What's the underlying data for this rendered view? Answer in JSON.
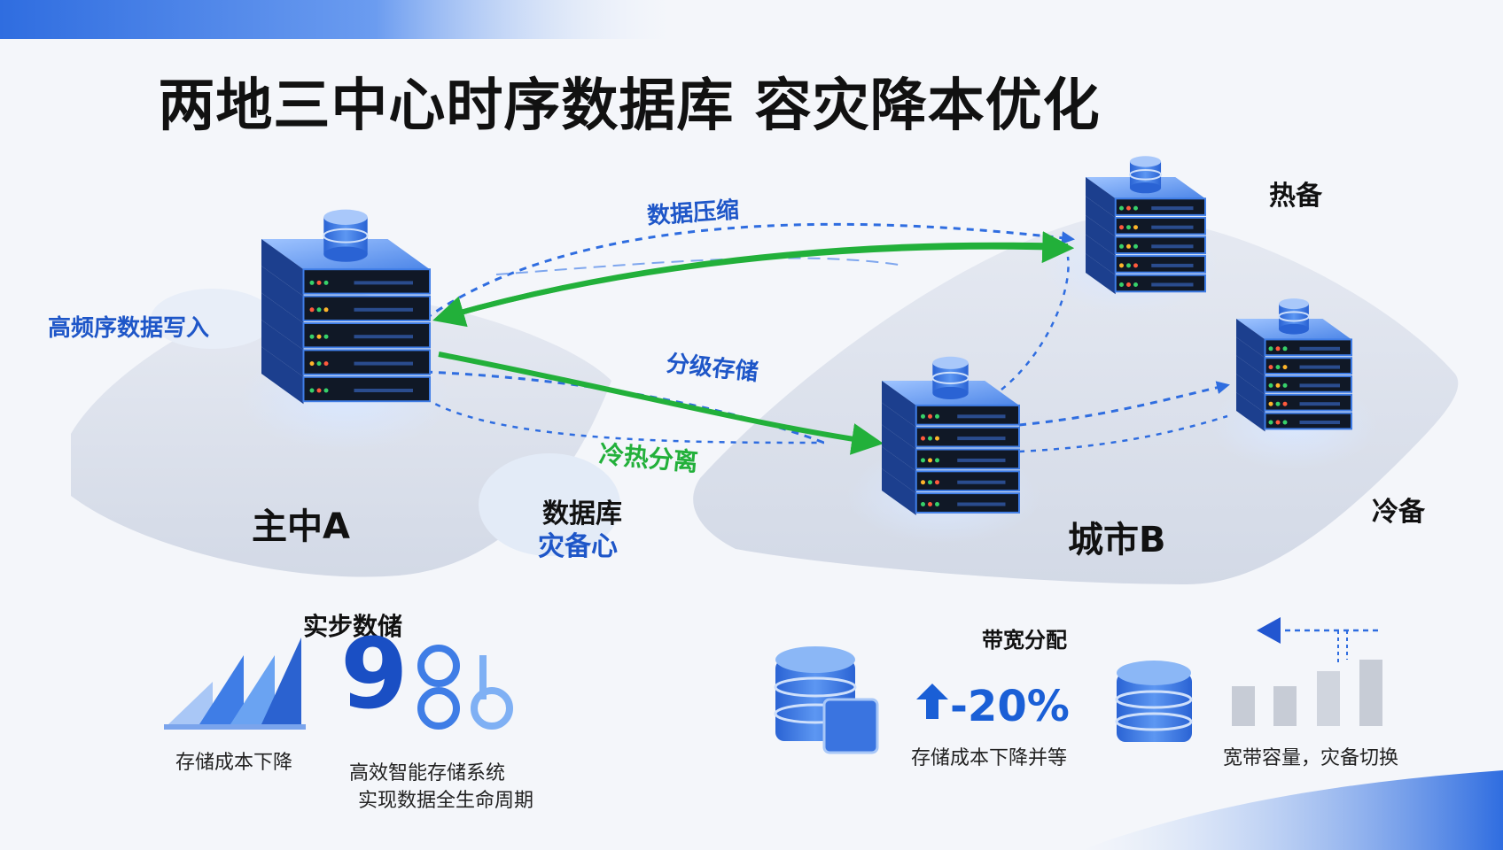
{
  "title": "两地三中心时序数据库 容灾降本优化",
  "labels": {
    "compress": "数据压缩",
    "tiered": "分级存储",
    "hot_cold": "冷热分离",
    "write": "高频序数据写入",
    "hot_backup": "热备",
    "cold_backup": "冷备",
    "center_a": "主中A",
    "city_b": "城市B",
    "dr_line1": "数据库",
    "dr_line2": "灾备心"
  },
  "bottom": {
    "left_heading": "实步数储",
    "left_caption": "存储成本下降",
    "big_number": "9",
    "mid_caption_line1": "高效智能存储系统",
    "mid_caption_line2": "实现数据全生命周期",
    "right_heading": "带宽分配",
    "percent": "-20%",
    "right_caption1": "存储成本下降并等",
    "right_caption2": "宽带容量，灾备切换"
  },
  "colors": {
    "primary_blue": "#1e56c8",
    "green": "#22b03a",
    "dark": "#111111"
  },
  "icons": [
    "server-stack-icon",
    "database-icon",
    "bar-chart-icon",
    "up-arrow-icon",
    "left-arrow-icon"
  ]
}
